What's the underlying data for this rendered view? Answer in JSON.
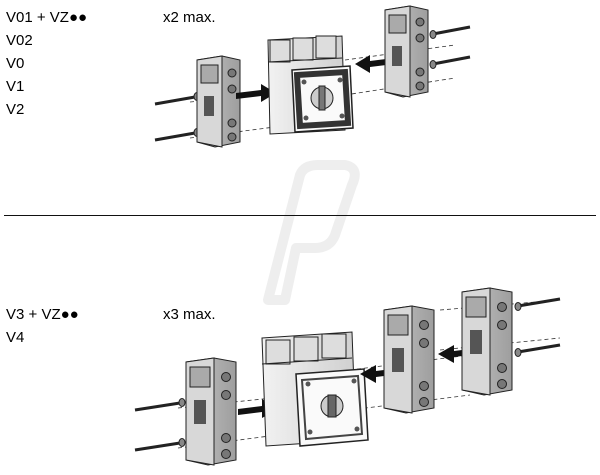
{
  "section1": {
    "models": [
      "V01 + VZ●●",
      "V02",
      "V0",
      "V1",
      "V2"
    ],
    "max_note": "x2 max."
  },
  "section2": {
    "models": [
      "V3 + VZ●●",
      "V4"
    ],
    "max_note": "x3 max."
  },
  "colors": {
    "body": "#e6e6e6",
    "body_dark": "#bdbdbd",
    "outline": "#222222",
    "arrow": "#111111",
    "watermark": "#eeeeee"
  },
  "icons": {
    "arrow": "right-arrow-icon",
    "screw": "screw-icon"
  }
}
